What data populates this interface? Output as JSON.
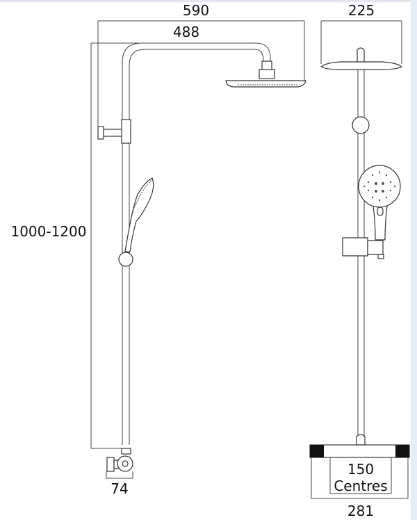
{
  "dimensions": {
    "overall_width": "590",
    "arm_projection": "488",
    "height_range": "1000-1200",
    "valve_projection": "74",
    "head_diameter": "225",
    "inlet_centres_value": "150",
    "inlet_centres_label": "Centres",
    "valve_width": "281"
  },
  "colors": {
    "line": "#333333",
    "valve_caps": "#111111",
    "frame": "#e6ecf8"
  }
}
